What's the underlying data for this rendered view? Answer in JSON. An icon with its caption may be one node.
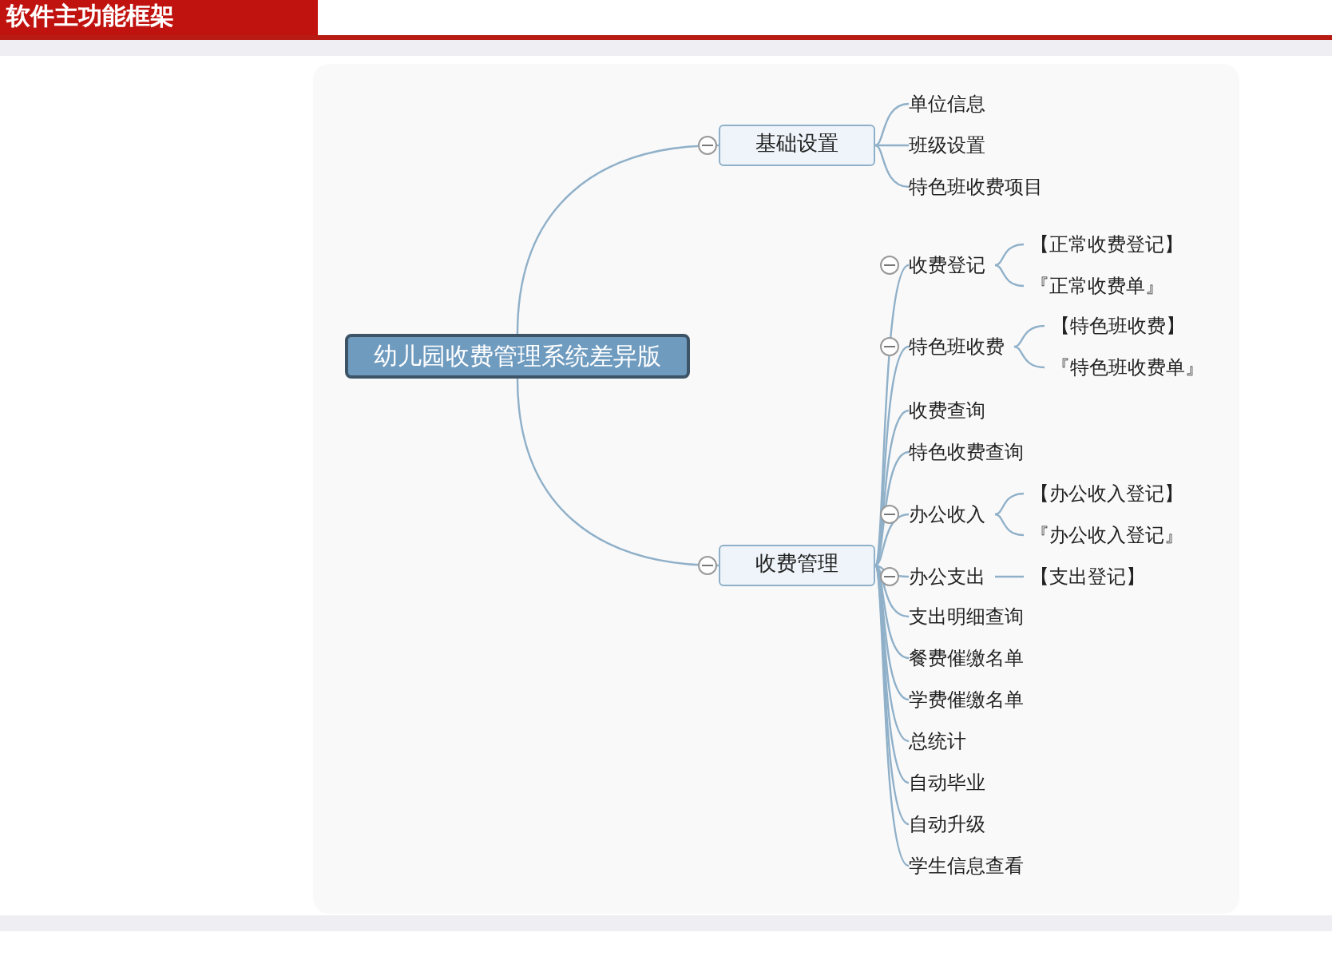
{
  "diagram": {
    "title": "软件主功能框架",
    "nodes": [
      {
        "text": [
          "幼儿园收费管理系统差异版"
        ]
      },
      {
        "text": [
          "基础设置"
        ]
      },
      {
        "text": [
          "单位信息"
        ]
      },
      {
        "text": [
          "班级设置"
        ]
      },
      {
        "text": [
          "特色班收费项目"
        ]
      },
      {
        "text": [
          "收费管理"
        ]
      },
      {
        "text": [
          "收费登记"
        ]
      },
      {
        "text": [
          "【正常收费登记】"
        ]
      },
      {
        "text": [
          "『正常收费单』"
        ]
      },
      {
        "text": [
          "特色班收费"
        ]
      },
      {
        "text": [
          "【特色班收费】"
        ]
      },
      {
        "text": [
          "『特色班收费单』"
        ]
      },
      {
        "text": [
          "收费查询"
        ]
      },
      {
        "text": [
          "特色收费查询"
        ]
      },
      {
        "text": [
          "办公收入"
        ]
      },
      {
        "text": [
          "【办公收入登记】"
        ]
      },
      {
        "text": [
          "『办公收入登记』"
        ]
      },
      {
        "text": [
          "办公支出"
        ]
      },
      {
        "text": [
          "【支出登记】"
        ]
      },
      {
        "text": [
          "支出明细查询"
        ]
      },
      {
        "text": [
          "餐费催缴名单"
        ]
      },
      {
        "text": [
          "学费催缴名单"
        ]
      },
      {
        "text": [
          "总统计"
        ]
      },
      {
        "text": [
          "自动毕业"
        ]
      },
      {
        "text": [
          "自动升级"
        ]
      },
      {
        "text": [
          "学生信息查看"
        ]
      }
    ],
    "edges": [
      {
        "from": 0,
        "to": 1,
        "arrow": "none"
      },
      {
        "from": 0,
        "to": 5,
        "arrow": "none"
      },
      {
        "from": 1,
        "to": 2,
        "arrow": "none"
      },
      {
        "from": 1,
        "to": 3,
        "arrow": "none"
      },
      {
        "from": 1,
        "to": 4,
        "arrow": "none"
      },
      {
        "from": 5,
        "to": 6,
        "arrow": "none"
      },
      {
        "from": 6,
        "to": 7,
        "arrow": "none"
      },
      {
        "from": 6,
        "to": 8,
        "arrow": "none"
      },
      {
        "from": 5,
        "to": 9,
        "arrow": "none"
      },
      {
        "from": 9,
        "to": 10,
        "arrow": "none"
      },
      {
        "from": 9,
        "to": 11,
        "arrow": "none"
      },
      {
        "from": 5,
        "to": 12,
        "arrow": "none"
      },
      {
        "from": 5,
        "to": 13,
        "arrow": "none"
      },
      {
        "from": 5,
        "to": 14,
        "arrow": "none"
      },
      {
        "from": 14,
        "to": 15,
        "arrow": "none"
      },
      {
        "from": 14,
        "to": 16,
        "arrow": "none"
      },
      {
        "from": 5,
        "to": 17,
        "arrow": "none"
      },
      {
        "from": 17,
        "to": 18,
        "arrow": "none"
      },
      {
        "from": 5,
        "to": 19,
        "arrow": "none"
      },
      {
        "from": 5,
        "to": 20,
        "arrow": "none"
      },
      {
        "from": 5,
        "to": 21,
        "arrow": "none"
      },
      {
        "from": 5,
        "to": 22,
        "arrow": "none"
      },
      {
        "from": 5,
        "to": 23,
        "arrow": "none"
      },
      {
        "from": 5,
        "to": 24,
        "arrow": "none"
      },
      {
        "from": 5,
        "to": 25,
        "arrow": "none"
      }
    ]
  }
}
